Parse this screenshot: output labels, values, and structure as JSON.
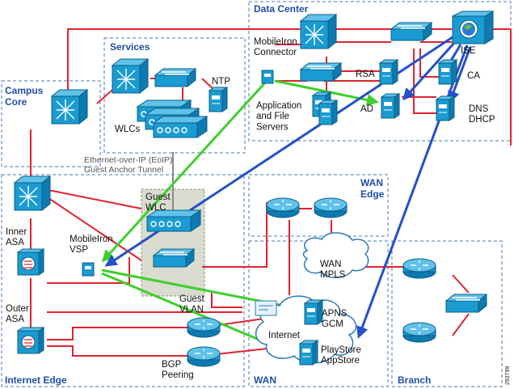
{
  "regions": {
    "data_center": "Data Center",
    "services": "Services",
    "campus_core": "Campus\nCore",
    "internet_edge": "Internet Edge",
    "wan_edge": "WAN\nEdge",
    "wan": "WAN",
    "branch": "Branch"
  },
  "labels": {
    "mobileiron_connector": "MobileIron\nConnector",
    "application_file_servers": "Application\nand File\nServers",
    "rsa": "RSA",
    "ad": "AD",
    "ise": "ISE",
    "ca": "CA",
    "dns_dhcp": "DNS\nDHCP",
    "ntp": "NTP",
    "wlcs": "WLCs",
    "eoip": "Ethernet-over-IP (EoIP)\nGuest Anchor Tunnel",
    "guest_wlc": "Guest\nWLC",
    "inner_asa": "Inner\nASA",
    "outer_asa": "Outer\nASA",
    "mobileiron_vsp": "MobileIron\nVSP",
    "guest_vlan": "Guest\nVLAN",
    "wan_mpls": "WAN\nMPLS",
    "internet": "Internet",
    "apns_gcm": "APNS\nGCM",
    "playstore_appstore": "PlayStore\nAppStore",
    "bgp_peering": "BGP\nPeering",
    "figure_code": "293799"
  },
  "colors": {
    "region_border": "#4a77b4",
    "region_label": "#1f4fa6",
    "wired_link": "#e0232f",
    "tunnel_link": "#8a8a8a",
    "mdm_flow": "#3ecf2d",
    "ise_flow": "#2450c8",
    "device": "#1a9bd1"
  },
  "icons": {
    "router": "router-icon",
    "switch": "switch-icon",
    "core_switch": "core-switch-icon",
    "firewall": "firewall-icon",
    "wireless_controller": "wireless-controller-icon",
    "server": "server-icon",
    "cloud": "cloud-icon",
    "certificate": "certificate-icon",
    "ise_appliance": "ise-icon"
  }
}
